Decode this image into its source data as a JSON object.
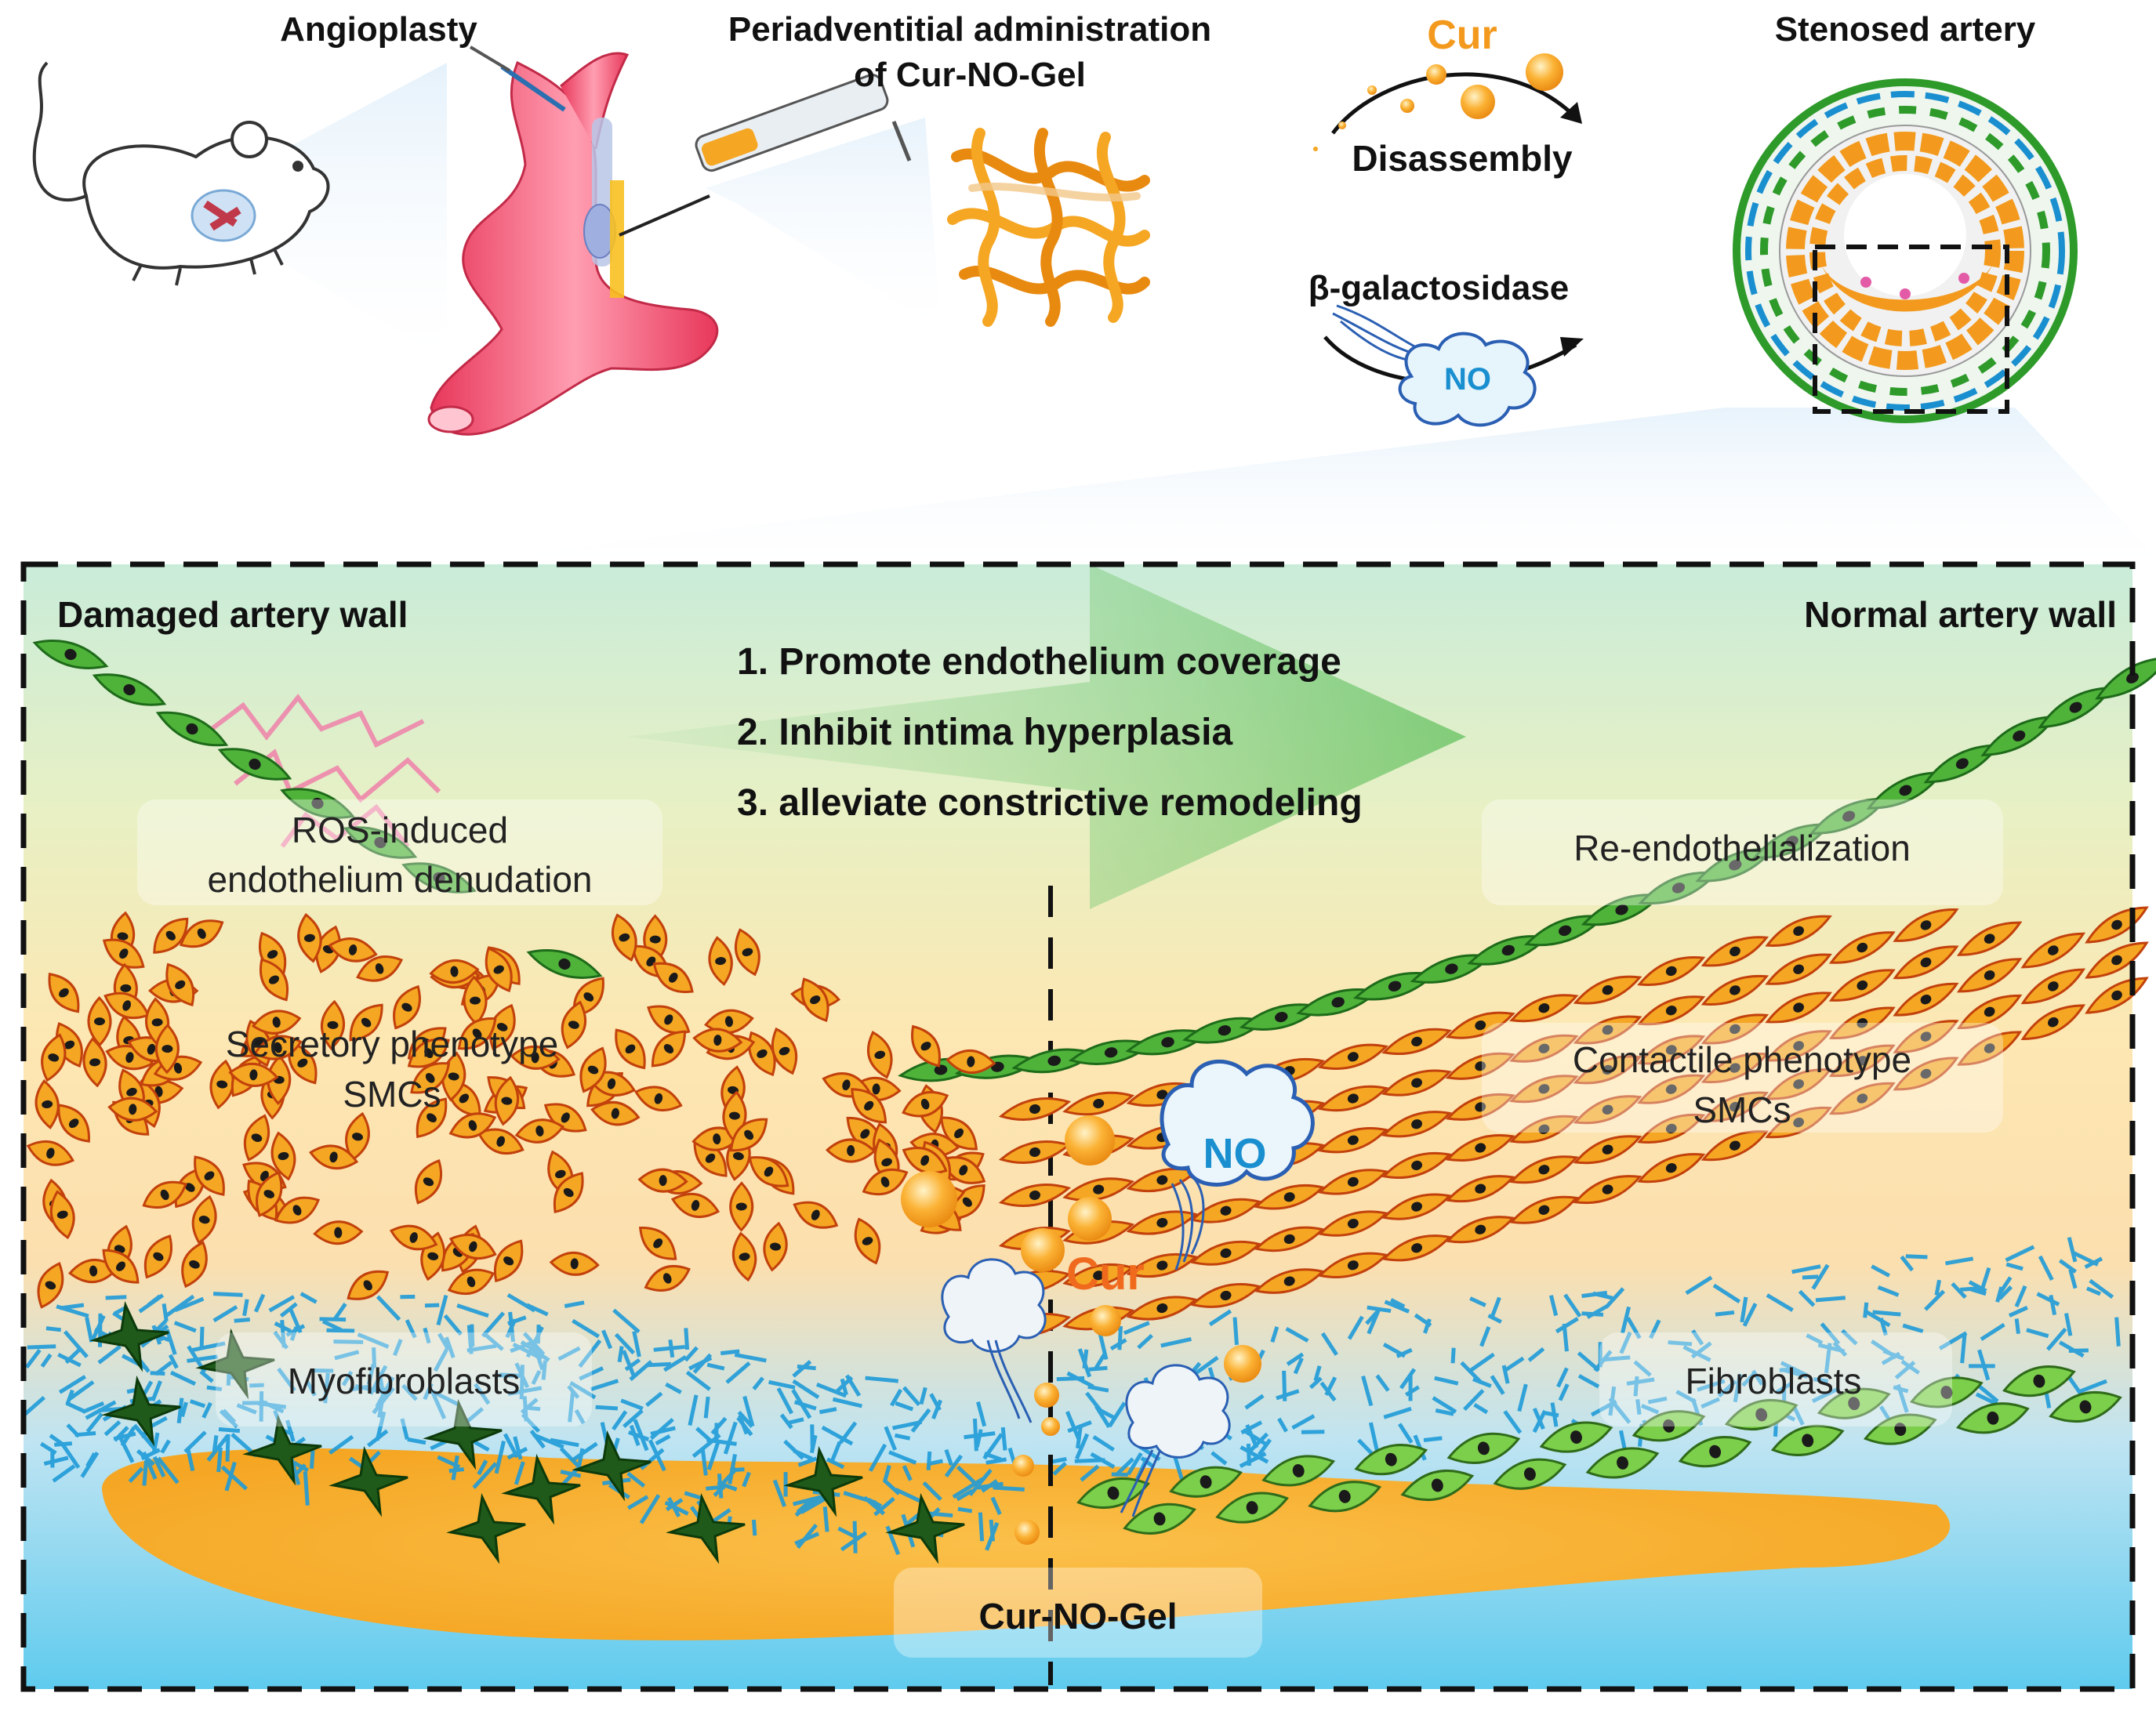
{
  "top": {
    "angioplasty": "Angioplasty",
    "periadventitial_line1": "Periadventitial administration",
    "periadventitial_line2": "of Cur-NO-Gel",
    "cur": "Cur",
    "disassembly": "Disassembly",
    "beta_gal": "β-galactosidase",
    "no": "NO",
    "stenosed_artery": "Stenosed artery"
  },
  "panel": {
    "damaged_wall": "Damaged artery wall",
    "normal_wall": "Normal artery wall",
    "effects": [
      "1. Promote endothelium coverage",
      "2. Inhibit intima hyperplasia",
      "3. alleviate constrictive remodeling"
    ],
    "ros_line1": "ROS-induced",
    "ros_line2": "endothelium denudation",
    "reendo": "Re-endothelialization",
    "secretory_line1": "Secretory phenotype",
    "secretory_line2": "SMCs",
    "contractile_line1": "Contactile phenotype",
    "contractile_line2": "SMCs",
    "myofibroblasts": "Myofibroblasts",
    "fibroblasts": "Fibroblasts",
    "no": "NO",
    "cur": "Cur",
    "gel": "Cur-NO-Gel"
  },
  "colors": {
    "orange": "#f39a1e",
    "blue_text": "#1a8fd0",
    "endothelium": "#2e9a2a",
    "artery_red": "#e8375a"
  }
}
